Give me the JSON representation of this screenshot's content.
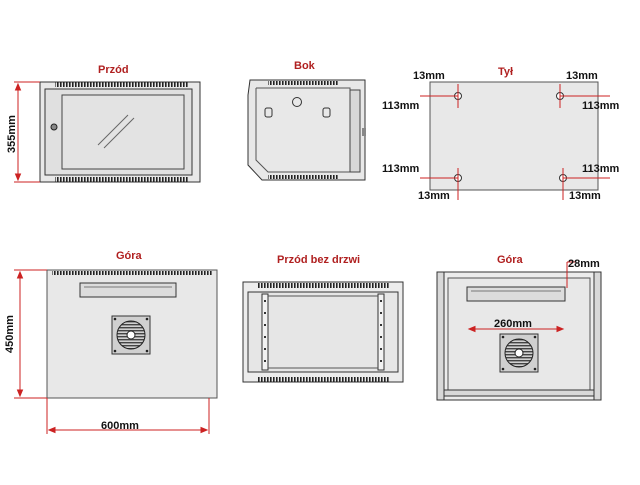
{
  "colors": {
    "title_red": "#b02020",
    "dim_red": "#cc2222",
    "panel_fill": "#e6e6e6",
    "outline": "#333333",
    "vent": "#222222"
  },
  "views": {
    "front": {
      "title": "Przód",
      "height": "355mm"
    },
    "side": {
      "title": "Bok"
    },
    "back": {
      "title": "Tył",
      "tl_x": "13mm",
      "tr_x": "13mm",
      "tl_y": "113mm",
      "tr_y": "113mm",
      "bl_y": "113mm",
      "br_y": "113mm",
      "bl_x": "13mm",
      "br_x": "13mm"
    },
    "top": {
      "title": "Góra",
      "depth": "450mm",
      "width": "600mm"
    },
    "front_no_door": {
      "title": "Przód bez drzwi"
    },
    "top2": {
      "title": "Góra",
      "rail_offset": "28mm",
      "slot_width": "260mm"
    }
  },
  "icons": [
    "lock-icon",
    "glass-reflection-icon",
    "fan-icon",
    "mounting-hole-icon"
  ]
}
